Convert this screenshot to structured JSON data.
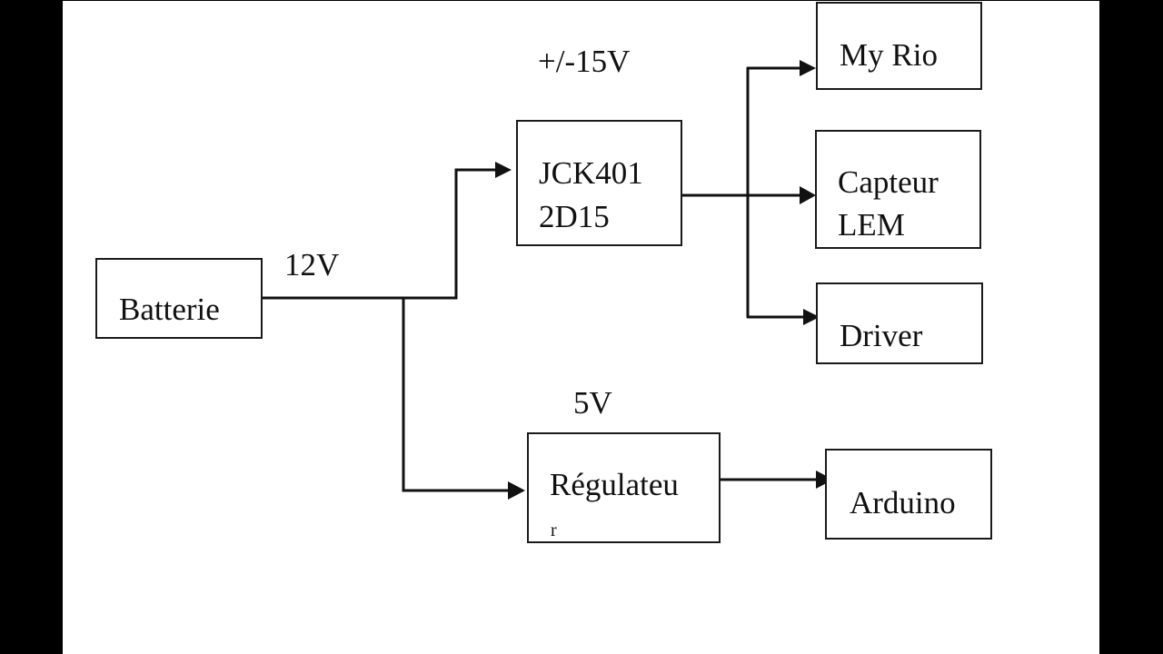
{
  "diagram": {
    "title": "",
    "colors": {
      "background_frame": "#000000",
      "canvas": "#ffffff",
      "stroke": "#111111"
    },
    "nodes": {
      "batterie": {
        "label": "Batterie"
      },
      "jck": {
        "line1": "JCK401",
        "line2": "2D15"
      },
      "regulateur": {
        "line1": "Régulateu",
        "line2": "r"
      },
      "myrio": {
        "label": "My Rio"
      },
      "capteur": {
        "line1": "Capteur",
        "line2": "LEM"
      },
      "driver": {
        "label": "Driver"
      },
      "arduino": {
        "label": "Arduino"
      }
    },
    "voltage_labels": {
      "battery_out": "12V",
      "jck_out": "+/-15V",
      "regulator_out": "5V"
    },
    "edges": [
      {
        "from": "batterie",
        "to": "jck",
        "label": "12V"
      },
      {
        "from": "batterie",
        "to": "regulateur",
        "label": "12V"
      },
      {
        "from": "jck",
        "to": "myrio",
        "label": "+/-15V"
      },
      {
        "from": "jck",
        "to": "capteur",
        "label": "+/-15V"
      },
      {
        "from": "jck",
        "to": "driver",
        "label": "+/-15V"
      },
      {
        "from": "regulateur",
        "to": "arduino",
        "label": "5V"
      }
    ]
  }
}
